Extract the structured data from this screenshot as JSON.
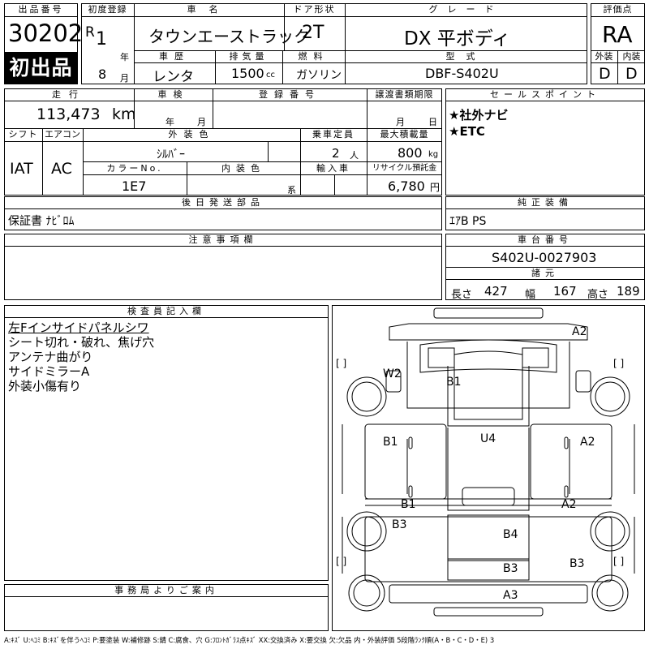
{
  "header": {
    "exhibit_no_label": "出品番号",
    "exhibit_no": "30202",
    "first_listing": "初出品",
    "first_reg_label": "初度登録",
    "era": "R",
    "year_num": "1",
    "year_unit": "年",
    "month_num": "8",
    "month_unit": "月",
    "car_name_label": "車名",
    "car_name": "タウンエーストラック",
    "door_label": "ドア形状",
    "door": "2T",
    "grade_label": "グレード",
    "grade": "DX 平ボディ",
    "score_label": "評価点",
    "score": "RA",
    "history_label": "車歴",
    "history": "レンタ",
    "displacement_label": "排気量",
    "displacement": "1500",
    "displacement_unit": "cc",
    "fuel_label": "燃料",
    "fuel": "ガソリン",
    "model_label": "型式",
    "model": "DBF-S402U",
    "exterior_label": "外装",
    "exterior_grade": "D",
    "interior_label": "内装",
    "interior_grade": "D"
  },
  "specs": {
    "mileage_label": "走行",
    "mileage": "113,473",
    "mileage_unit": "km",
    "inspection_label": "車検",
    "insp_year_unit": "年",
    "insp_month_unit": "月",
    "reg_no_label": "登録番号",
    "transfer_label": "譲渡書類期限",
    "transfer_month_unit": "月",
    "transfer_day_unit": "日",
    "shift_label": "シフト",
    "shift": "IAT",
    "ac_label": "エアコン",
    "ac": "AC",
    "color_label": "外装色",
    "color": "ｼﾙﾊﾞｰ",
    "capacity_label": "乗車定員",
    "capacity": "2",
    "capacity_unit": "人",
    "max_load_label": "最大積載量",
    "max_load": "800",
    "max_load_unit": "kg",
    "color_no_label": "カラーNo.",
    "color_no": "1E7",
    "interior_color_label": "内装色",
    "interior_color_unit": "系",
    "import_label": "輸入車",
    "recycle_label": "リサイクル預託金",
    "recycle": "6,780",
    "recycle_unit": "円"
  },
  "sales": {
    "label": "セールスポイント",
    "items": [
      "★社外ナビ",
      "★ETC"
    ]
  },
  "later_parts": {
    "label": "後日発送部品",
    "value": "保証書 ﾅﾋﾞﾛﾑ"
  },
  "genuine": {
    "label": "純正装備",
    "value": "ｴｱB PS"
  },
  "caution": {
    "label": "注意事項欄"
  },
  "chassis": {
    "label": "車台番号",
    "value": "S402U-0027903",
    "dims_label": "諸元",
    "length_label": "長さ",
    "length": "427",
    "width_label": "幅",
    "width": "167",
    "height_label": "高さ",
    "height": "189"
  },
  "inspector": {
    "label": "検査員記入欄",
    "notes": [
      "左Fインサイドパネルシワ",
      "シート切れ・破れ、焦げ穴",
      "アンテナ曲がり",
      "サイドミラーA",
      "外装小傷有り"
    ]
  },
  "office": {
    "label": "事務局よりご案内"
  },
  "diagram": {
    "marks": [
      "A2",
      "W2",
      "B1",
      "B1",
      "U4",
      "A2",
      "B1",
      "A2",
      "B3",
      "B4",
      "B3",
      "B3",
      "A3"
    ],
    "bracket": "[     ]"
  },
  "legend": "A:ｷｽﾞ U:ﾍｺﾐ B:ｷｽﾞを伴うﾍｺﾐ P:要塗装 W:補修跡 S:錆 C:腐食、穴 G:ﾌﾛﾝﾄｶﾞﾗｽ点ｷｽﾞ XX:交換済み X:要交換 欠:欠品 内・外装評価 5段階ﾗﾝｸ順(A・B・C・D・E) 3"
}
